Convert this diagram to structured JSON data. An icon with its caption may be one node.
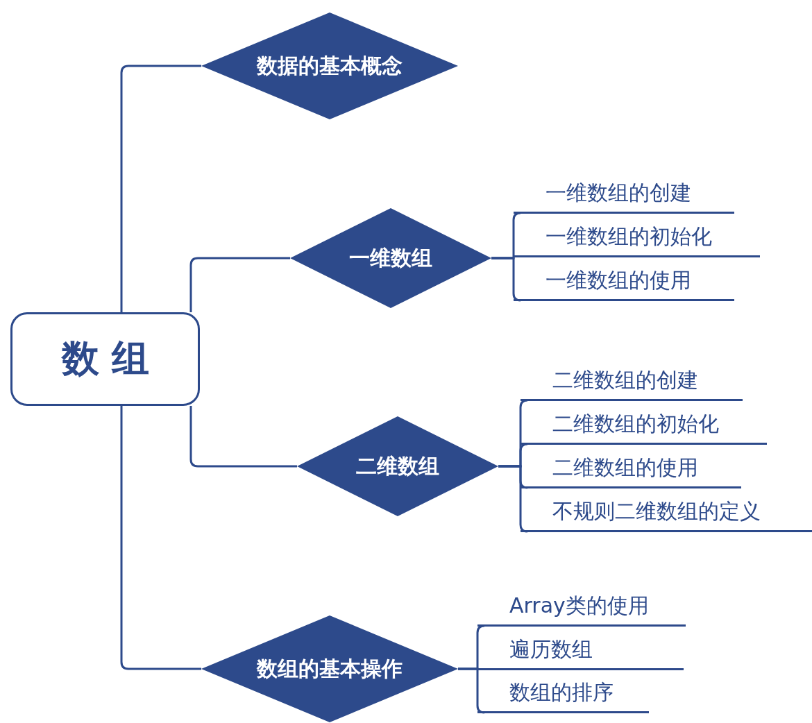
{
  "diagram": {
    "nodes": [
      {
        "text": [
          "数组"
        ]
      },
      {
        "text": [
          "数据的基本概念"
        ]
      },
      {
        "text": [
          "一维数组"
        ]
      },
      {
        "text": [
          "一维数组的创建"
        ]
      },
      {
        "text": [
          "一维数组的初始化"
        ]
      },
      {
        "text": [
          "一维数组的使用"
        ]
      },
      {
        "text": [
          "二维数组"
        ]
      },
      {
        "text": [
          "二维数组的创建"
        ]
      },
      {
        "text": [
          "二维数组的初始化"
        ]
      },
      {
        "text": [
          "二维数组的使用"
        ]
      },
      {
        "text": [
          "不规则二维数组的定义"
        ]
      },
      {
        "text": [
          "数组的基本操作"
        ]
      },
      {
        "text": [
          "Array类的使用"
        ]
      },
      {
        "text": [
          "遍历数组"
        ]
      },
      {
        "text": [
          "数组的排序"
        ]
      }
    ],
    "edges": [
      {
        "from": 0,
        "to": 1,
        "arrow": "none"
      },
      {
        "from": 0,
        "to": 2,
        "arrow": "none"
      },
      {
        "from": 0,
        "to": 6,
        "arrow": "none"
      },
      {
        "from": 0,
        "to": 11,
        "arrow": "none"
      },
      {
        "from": 2,
        "to": 3,
        "arrow": "none"
      },
      {
        "from": 2,
        "to": 4,
        "arrow": "none"
      },
      {
        "from": 2,
        "to": 5,
        "arrow": "none"
      },
      {
        "from": 6,
        "to": 7,
        "arrow": "none"
      },
      {
        "from": 6,
        "to": 8,
        "arrow": "none"
      },
      {
        "from": 6,
        "to": 9,
        "arrow": "none"
      },
      {
        "from": 6,
        "to": 10,
        "arrow": "none"
      },
      {
        "from": 11,
        "to": 12,
        "arrow": "none"
      },
      {
        "from": 11,
        "to": 13,
        "arrow": "none"
      },
      {
        "from": 11,
        "to": 14,
        "arrow": "none"
      }
    ]
  }
}
